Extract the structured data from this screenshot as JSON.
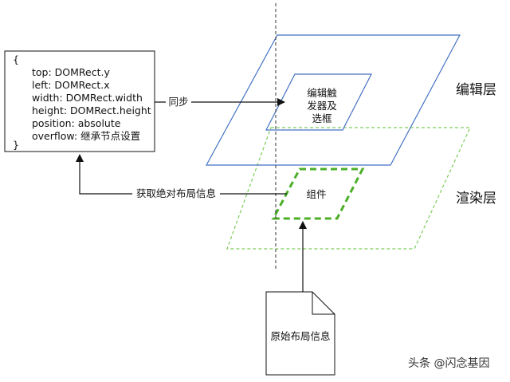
{
  "code_box": {
    "open_brace": "{",
    "lines": [
      "top: DOMRect.y",
      "left: DOMRect.x",
      "width: DOMRect.width",
      "height: DOMRect.height",
      "position: absolute",
      "overflow: 继承节点设置"
    ],
    "close_brace": "}"
  },
  "sync_label": "同步",
  "get_position_label": "获取绝对布局信息",
  "edit_layer": {
    "label": "编辑层",
    "inner_line1": "编辑触",
    "inner_line2": "发器及",
    "inner_line3": "选框"
  },
  "render_layer": {
    "label": "渲染层",
    "component_label": "组件"
  },
  "document_label": "原始布局信息",
  "watermark": "头条 @闪念基因",
  "colors": {
    "edit_blue": "#4472c4",
    "render_green": "#4caf28",
    "render_green_light": "#7dcc5a",
    "ink": "#111111"
  }
}
